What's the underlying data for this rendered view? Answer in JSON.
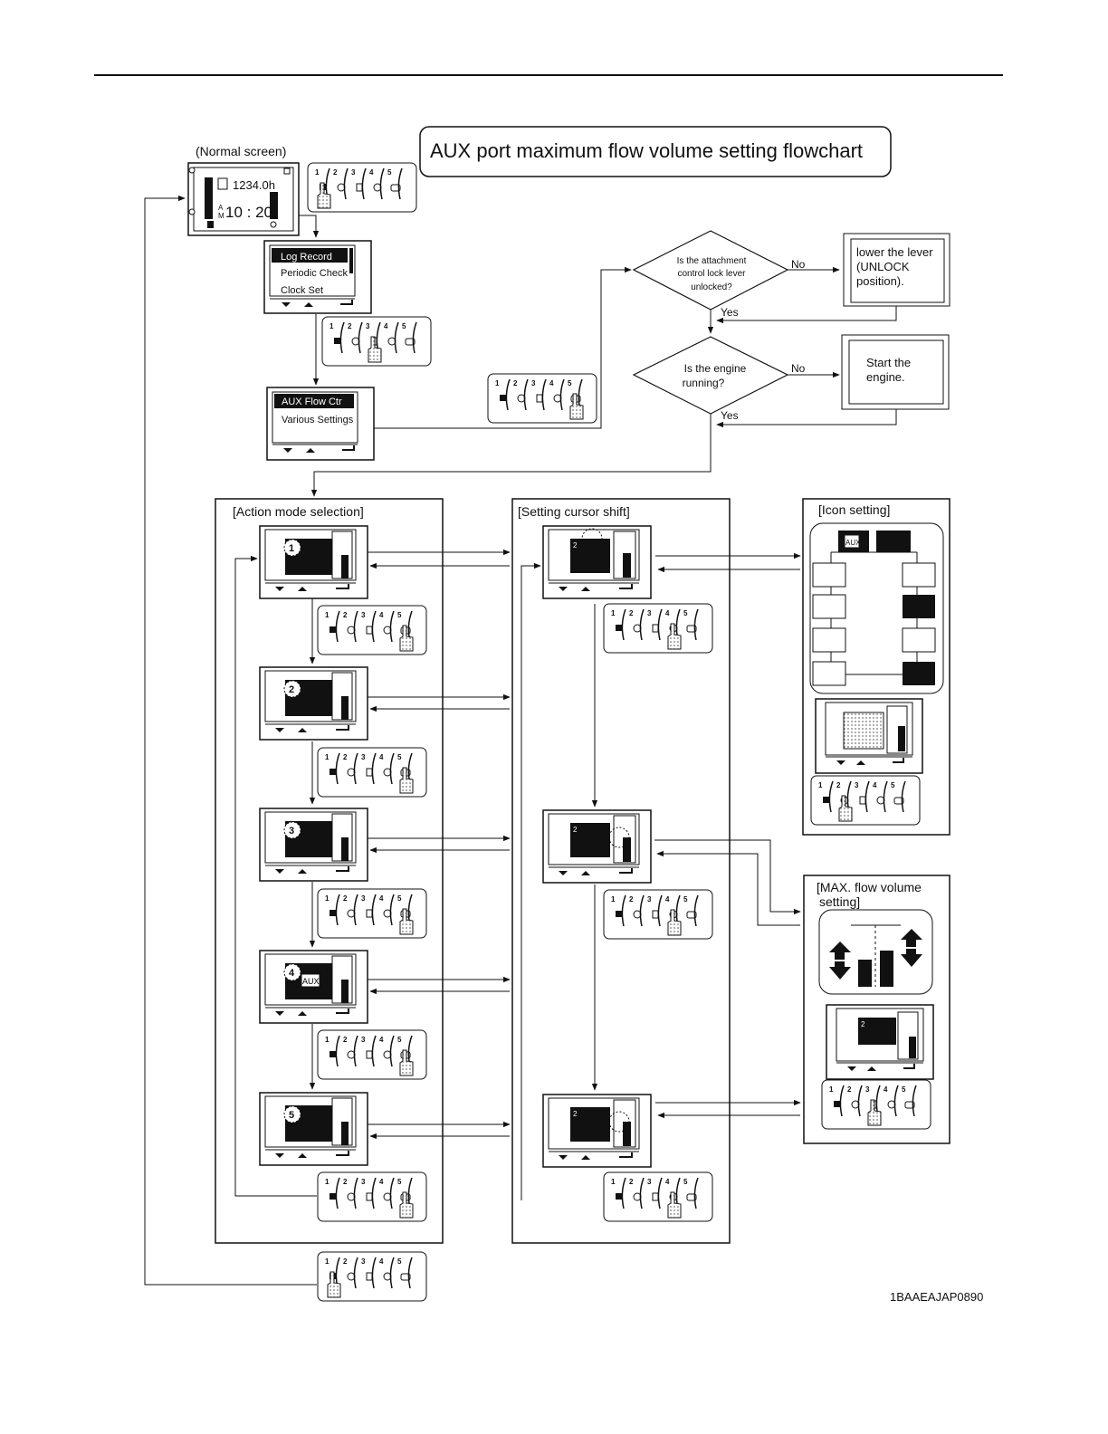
{
  "title": "AUX port maximum flow volume setting flowchart",
  "normal_screen": {
    "label": "(Normal screen)",
    "hour_meter": "1234.0h",
    "am": "A",
    "m": "M",
    "clock": "10 : 20"
  },
  "menu1": {
    "items": [
      "Log Record",
      "Periodic Check",
      "Clock Set"
    ]
  },
  "menu2": {
    "items": [
      "AUX Flow Ctr",
      "Various Settings"
    ]
  },
  "keypad_numbers": [
    "1",
    "2",
    "3",
    "4",
    "5"
  ],
  "decision1": {
    "lines": [
      "Is the attachment",
      "control lock lever",
      "unlocked?"
    ],
    "no": "No",
    "yes": "Yes"
  },
  "action1": {
    "lines": [
      "lower the lever",
      "(UNLOCK",
      "position)."
    ]
  },
  "decision2": {
    "lines": [
      "Is the engine",
      "running?"
    ],
    "no": "No",
    "yes": "Yes"
  },
  "action2": {
    "lines": [
      "Start the",
      "engine."
    ]
  },
  "panels": {
    "action_mode": "[Action mode selection]",
    "cursor_shift": "[Setting cursor shift]",
    "icon_setting": "[Icon setting]",
    "max_flow": [
      "[MAX. flow volume",
      "setting]"
    ]
  },
  "aux_label": "AUX",
  "mode_numbers": [
    "1",
    "2",
    "3",
    "4",
    "5"
  ],
  "cursor_number": "2",
  "figure_id": "1BAAEAJAP0890",
  "colors": {
    "ink": "#111111",
    "lcd": "#000000",
    "hatch": "#bdbdbd"
  }
}
